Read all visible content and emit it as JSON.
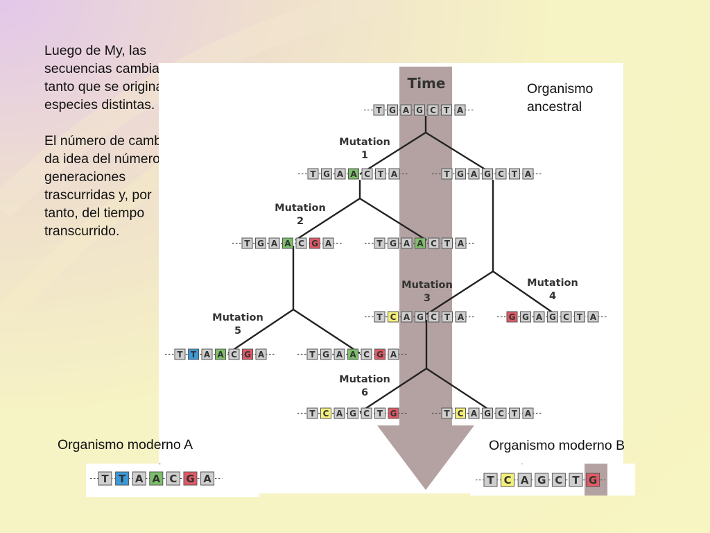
{
  "slide": {
    "paragraph1": "Luego de My, las secuencias cambian tanto que se originan especies distintas.",
    "paragraph2": "El número de cambios  da idea del número de generaciones trascurridas y, por tanto, del tiempo transcurrido.",
    "ancestral_label": "Organismo ancestral",
    "modern_a_label": "Organismo moderno A",
    "modern_b_label": "Organismo moderno B"
  },
  "diagram": {
    "time_label": "Time",
    "colors": {
      "A": "#7dbf6a",
      "G": "#e05a66",
      "T": "#3d9ad8",
      "C": "#f4ef7a",
      "default": "#cfcfcf",
      "arrow": "#a38d8d"
    },
    "mutations": [
      {
        "label": "Mutation",
        "number": "1"
      },
      {
        "label": "Mutation",
        "number": "2"
      },
      {
        "label": "Mutation",
        "number": "3"
      },
      {
        "label": "Mutation",
        "number": "4"
      },
      {
        "label": "Mutation",
        "number": "5"
      },
      {
        "label": "Mutation",
        "number": "6"
      }
    ],
    "sequences": [
      {
        "id": "ancestral",
        "bases": [
          "T",
          "G",
          "A",
          "G",
          "C",
          "T",
          "A"
        ],
        "highlight": []
      },
      {
        "id": "m1-left",
        "bases": [
          "T",
          "G",
          "A",
          "A",
          "C",
          "T",
          "A"
        ],
        "highlight": [
          3
        ]
      },
      {
        "id": "m1-right",
        "bases": [
          "T",
          "G",
          "A",
          "G",
          "C",
          "T",
          "A"
        ],
        "highlight": []
      },
      {
        "id": "m2-left",
        "bases": [
          "T",
          "G",
          "A",
          "A",
          "C",
          "G",
          "A"
        ],
        "highlight": [
          3,
          5
        ]
      },
      {
        "id": "m2-right",
        "bases": [
          "T",
          "G",
          "A",
          "A",
          "C",
          "T",
          "A"
        ],
        "highlight": [
          3
        ]
      },
      {
        "id": "m3",
        "bases": [
          "T",
          "C",
          "A",
          "G",
          "C",
          "T",
          "A"
        ],
        "highlight": [
          1
        ]
      },
      {
        "id": "m4",
        "bases": [
          "G",
          "G",
          "A",
          "G",
          "C",
          "T",
          "A"
        ],
        "highlight": [
          0
        ]
      },
      {
        "id": "m5-left",
        "bases": [
          "T",
          "T",
          "A",
          "A",
          "C",
          "G",
          "A"
        ],
        "highlight": [
          1,
          3,
          5
        ]
      },
      {
        "id": "m5-right",
        "bases": [
          "T",
          "G",
          "A",
          "A",
          "C",
          "G",
          "A"
        ],
        "highlight": [
          3,
          5
        ]
      },
      {
        "id": "m6-left",
        "bases": [
          "T",
          "C",
          "A",
          "G",
          "C",
          "T",
          "G"
        ],
        "highlight": [
          1,
          6
        ]
      },
      {
        "id": "m6-right",
        "bases": [
          "T",
          "C",
          "A",
          "G",
          "C",
          "T",
          "A"
        ],
        "highlight": [
          1
        ]
      }
    ]
  },
  "modern_a": {
    "bases": [
      "T",
      "T",
      "A",
      "A",
      "C",
      "G",
      "A"
    ],
    "highlight": [
      1,
      3,
      5
    ]
  },
  "modern_b": {
    "bases": [
      "T",
      "C",
      "A",
      "G",
      "C",
      "T",
      "G"
    ],
    "highlight": [
      1,
      6
    ]
  }
}
